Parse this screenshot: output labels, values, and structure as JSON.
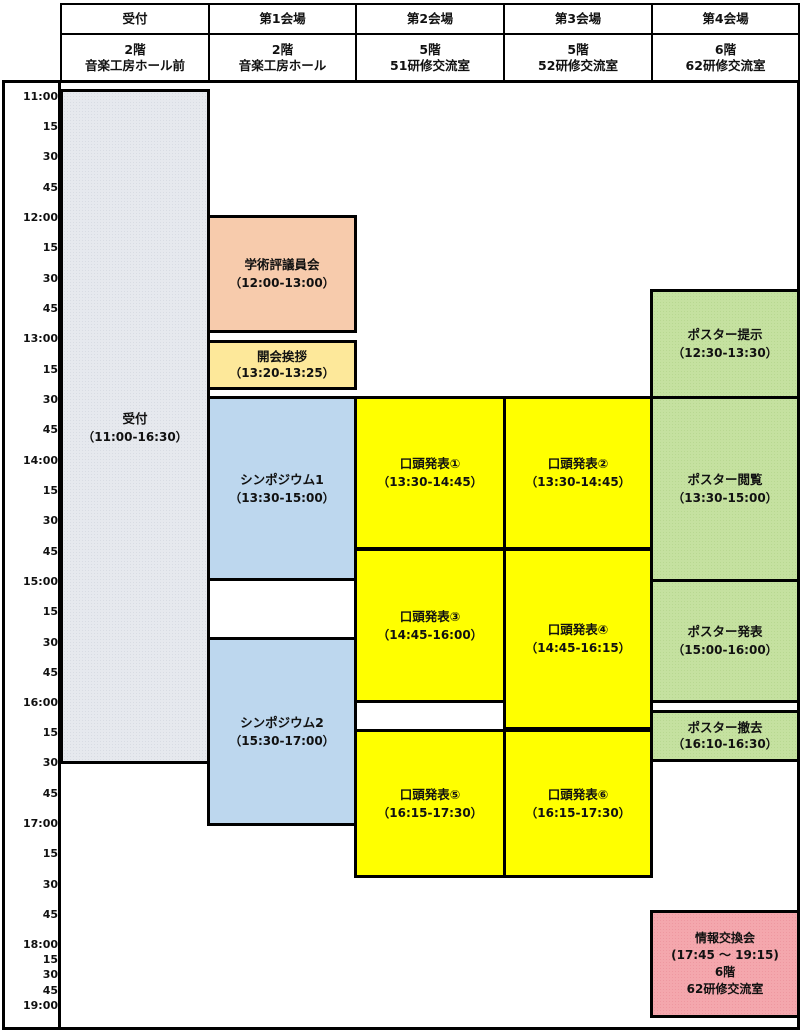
{
  "header": {
    "columns": [
      {
        "name": "受付",
        "floor": "2階",
        "room": "音楽工房ホール前"
      },
      {
        "name": "第1会場",
        "floor": "2階",
        "room": "音楽工房ホール"
      },
      {
        "name": "第2会場",
        "floor": "5階",
        "room": "51研修交流室"
      },
      {
        "name": "第3会場",
        "floor": "5階",
        "room": "52研修交流室"
      },
      {
        "name": "第4会場",
        "floor": "6階",
        "room": "62研修交流室"
      }
    ]
  },
  "timeline": {
    "labels": [
      "11:00",
      "15",
      "30",
      "45",
      "12:00",
      "15",
      "30",
      "45",
      "13:00",
      "15",
      "30",
      "45",
      "14:00",
      "15",
      "30",
      "45",
      "15:00",
      "15",
      "30",
      "45",
      "16:00",
      "15",
      "30",
      "45",
      "17:00",
      "15",
      "30",
      "45",
      "18:00",
      "15",
      "30",
      "45",
      "19:00"
    ]
  },
  "events": {
    "reception": {
      "title": "受付",
      "time": "（11:00-16:30）"
    },
    "council": {
      "title": "学術評議員会",
      "time": "（12:00-13:00）"
    },
    "opening": {
      "title": "開会挨拶",
      "time": "（13:20-13:25）"
    },
    "symposium1": {
      "title": "シンポジウム1",
      "time": "（13:30-15:00）"
    },
    "symposium2": {
      "title": "シンポジウム2",
      "time": "（15:30-17:00）"
    },
    "oral1": {
      "title": "口頭発表①",
      "time": "（13:30-14:45）"
    },
    "oral2": {
      "title": "口頭発表②",
      "time": "（13:30-14:45）"
    },
    "oral3": {
      "title": "口頭発表③",
      "time": "（14:45-16:00）"
    },
    "oral4": {
      "title": "口頭発表④",
      "time": "（14:45-16:15）"
    },
    "oral5": {
      "title": "口頭発表⑤",
      "time": "（16:15-17:30）"
    },
    "oral6": {
      "title": "口頭発表⑥",
      "time": "（16:15-17:30）"
    },
    "poster_setup": {
      "title": "ポスター提示",
      "time": "（12:30-13:30）"
    },
    "poster_view": {
      "title": "ポスター閲覧",
      "time": "（13:30-15:00）"
    },
    "poster_present": {
      "title": "ポスター発表",
      "time": "（15:00-16:00）"
    },
    "poster_remove": {
      "title": "ポスター撤去",
      "time": "（16:10-16:30）"
    },
    "social": {
      "title": "情報交換会",
      "time": "(17:45 ～ 19:15)",
      "floor": "6階",
      "room": "62研修交流室"
    }
  },
  "colors": {
    "reception": "#e6e9ee",
    "council": "#f7cbac",
    "opening": "#fde89a",
    "symposium": "#bdd7ee",
    "oral": "#ffff00",
    "poster": "#c5e1a0",
    "social": "#f4a7ad"
  }
}
